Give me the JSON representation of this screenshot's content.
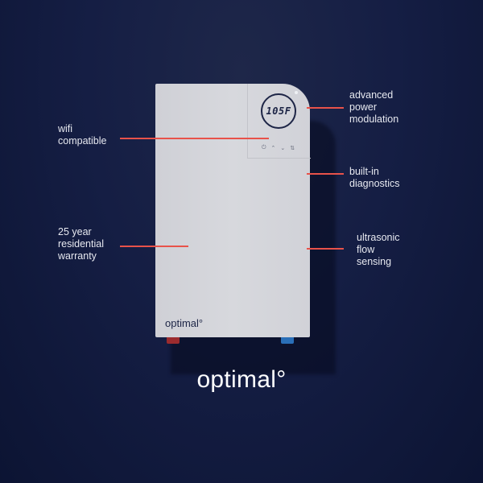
{
  "product": {
    "display_temp": "105F",
    "controls": {
      "power": "⏻",
      "up": "⌃",
      "down": "⌄",
      "mode": "⇅"
    },
    "device_logo": "optimal°"
  },
  "features": [
    {
      "id": "wifi",
      "label": "wifi\ncompatible"
    },
    {
      "id": "warranty",
      "label": "25 year\nresidential\nwarranty"
    },
    {
      "id": "power",
      "label": "advanced\npower\nmodulation"
    },
    {
      "id": "diagnostics",
      "label": "built-in\ndiagnostics"
    },
    {
      "id": "flow",
      "label": "ultrasonic\nflow\nsensing"
    }
  ],
  "brand": {
    "name": "optimal°"
  },
  "colors": {
    "background": "#151e44",
    "accent_line": "#e8524a",
    "hot_pipe": "#9b2b2e",
    "cold_pipe": "#2a6fb8"
  }
}
